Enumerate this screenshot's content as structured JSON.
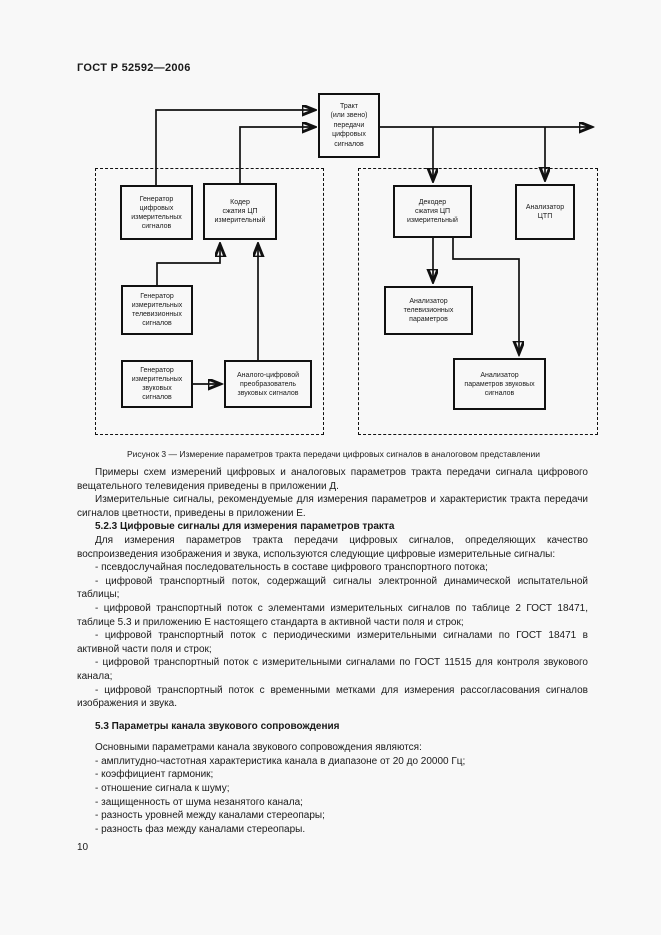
{
  "page": {
    "header": "ГОСТ Р 52592—2006",
    "page_number": "10"
  },
  "figure": {
    "caption": "Рисунок 3 — Измерение параметров тракта передачи цифровых сигналов в аналоговом представлении",
    "boxes": {
      "tract": "Тракт\n(или звено)\nпередачи\nцифровых\nсигналов",
      "gen_digital": "Генератор\nцифровых\nизмерительных\nсигналов",
      "coder": "Кодер\nсжатия ЦП\nизмерительный",
      "gen_tv": "Генератор\nизмерительных\nтелевизионных\nсигналов",
      "gen_audio": "Генератор\nизмерительных\nзвуковых\nсигналов",
      "adc": "Аналого-цифровой\nпреобразователь\nзвуковых сигналов",
      "decoder": "Декодер\nсжатия ЦП\nизмерительный",
      "analyzer_ctp": "Анализатор\nЦТП",
      "analyzer_tv": "Анализатор\nтелевизионных\nпараметров",
      "analyzer_audio": "Анализатор\nпараметров звуковых\nсигналов"
    }
  },
  "text": {
    "p1": "Примеры схем измерений цифровых и аналоговых параметров тракта передачи сигнала цифрового вещательного телевидения приведены в приложении Д.",
    "p2": "Измерительные сигналы, рекомендуемые для измерения параметров и характеристик тракта передачи сигналов цветности, приведены в приложении Е.",
    "h523": "5.2.3 Цифровые сигналы для измерения параметров тракта",
    "p3": "Для измерения параметров тракта передачи цифровых сигналов, определяющих качество воспроизведения изображения и звука, используются следующие цифровые измерительные сигналы:",
    "b1": "- псевдослучайная последовательность в составе цифрового транспортного потока;",
    "b2": "- цифровой транспортный поток, содержащий сигналы электронной динамической испытательной таблицы;",
    "b3": "- цифровой транспортный поток с элементами измерительных сигналов по таблице 2 ГОСТ 18471, таблице 5.3 и приложению Е настоящего стандарта в активной части поля и строк;",
    "b4": "- цифровой транспортный поток с периодическими измерительными сигналами по ГОСТ 18471 в активной части поля и строк;",
    "b5": "- цифровой транспортный поток с измерительными сигналами по ГОСТ 11515 для контроля звукового канала;",
    "b6": "- цифровой транспортный поток с временными метками для измерения рассогласования сигналов изображения и звука.",
    "h53": "5.3 Параметры канала звукового сопровождения",
    "p4": "Основными параметрами канала звукового сопровождения являются:",
    "s1": "- амплитудно-частотная характеристика канала в диапазоне от 20 до 20000 Гц;",
    "s2": "- коэффициент гармоник;",
    "s3": "- отношение сигнала к шуму;",
    "s4": "- защищенность от шума незанятого канала;",
    "s5": "- разность уровней между каналами стереопары;",
    "s6": "- разность фаз между каналами стереопары."
  }
}
